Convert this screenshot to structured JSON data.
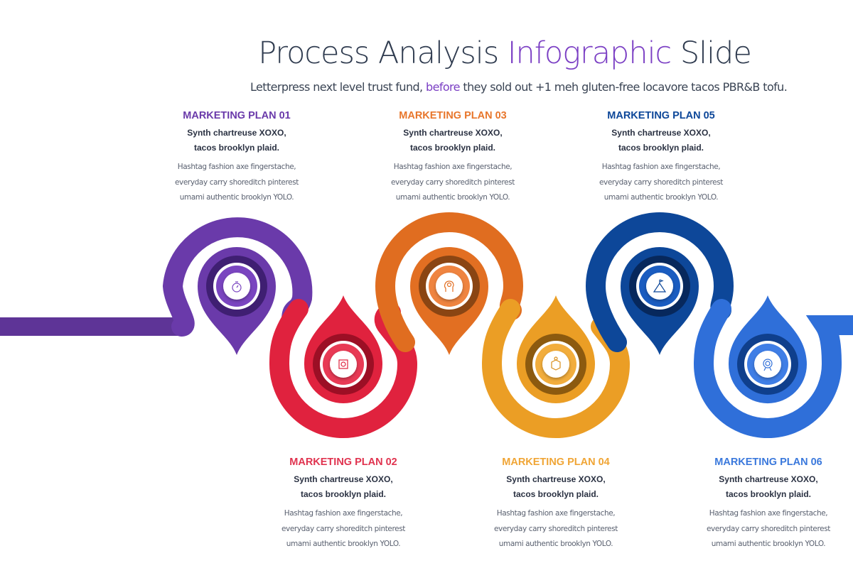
{
  "header": {
    "title_part1": "Process Analysis ",
    "title_accent": "Infographic",
    "title_part2": " Slide",
    "subtitle_part1": "Letterpress next level trust fund, ",
    "subtitle_accent": "before",
    "subtitle_part2": " they sold out +1 meh gluten-free locavore tacos PBR&B tofu."
  },
  "colors": {
    "title_accent": "#7b3fc4",
    "plan01": "#6a3aaa",
    "plan02": "#e0223e",
    "plan03": "#e26f22",
    "plan04": "#eb9e25",
    "plan05": "#0d4799",
    "plan06": "#2f6fd9"
  },
  "steps": [
    {
      "title": "MARKETING PLAN 01",
      "subtitle": "Synth chartreuse XOXO, tacos brooklyn plaid.",
      "description": "Hashtag fashion axe fingerstache, everyday carry shoreditch pinterest umami authentic brooklyn YOLO.",
      "icon": "stopwatch-icon",
      "color": "#6a3aaa"
    },
    {
      "title": "MARKETING PLAN 02",
      "subtitle": "Synth chartreuse XOXO, tacos brooklyn plaid.",
      "description": "Hashtag fashion axe fingerstache, everyday carry shoreditch pinterest umami authentic brooklyn YOLO.",
      "icon": "scan-icon",
      "color": "#e0223e"
    },
    {
      "title": "MARKETING PLAN 03",
      "subtitle": "Synth chartreuse XOXO, tacos brooklyn plaid.",
      "description": "Hashtag fashion axe fingerstache, everyday carry shoreditch pinterest umami authentic brooklyn YOLO.",
      "icon": "head-gear-icon",
      "color": "#e26f22"
    },
    {
      "title": "MARKETING PLAN 04",
      "subtitle": "Synth chartreuse XOXO, tacos brooklyn plaid.",
      "description": "Hashtag fashion axe fingerstache, everyday carry shoreditch pinterest umami authentic brooklyn YOLO.",
      "icon": "box-icon",
      "color": "#eb9e25"
    },
    {
      "title": "MARKETING PLAN 05",
      "subtitle": "Synth chartreuse XOXO, tacos brooklyn plaid.",
      "description": "Hashtag fashion axe fingerstache, everyday carry shoreditch pinterest umami authentic brooklyn YOLO.",
      "icon": "mountain-flag-icon",
      "color": "#0d4799"
    },
    {
      "title": "MARKETING PLAN 06",
      "subtitle": "Synth chartreuse XOXO, tacos brooklyn plaid.",
      "description": "Hashtag fashion axe fingerstache, everyday carry shoreditch pinterest umami authentic brooklyn YOLO.",
      "icon": "target-icon",
      "color": "#2f6fd9"
    }
  ]
}
